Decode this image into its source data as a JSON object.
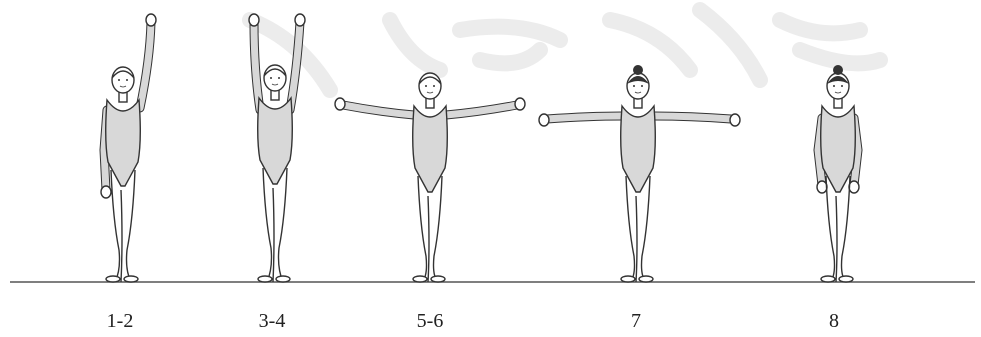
{
  "diagram": {
    "figures": [
      {
        "label": "1-2",
        "pose": "one-arm-raised"
      },
      {
        "label": "3-4",
        "pose": "both-arms-raised"
      },
      {
        "label": "5-6",
        "pose": "arms-side-soft"
      },
      {
        "label": "7",
        "pose": "arms-side-extended"
      },
      {
        "label": "8",
        "pose": "arms-down"
      }
    ],
    "colors": {
      "outline": "#333333",
      "leotard": "#d8d8d8",
      "skin": "#ffffff",
      "hair": "#333333",
      "floor": "#555555",
      "watermark": "#ececec"
    }
  }
}
